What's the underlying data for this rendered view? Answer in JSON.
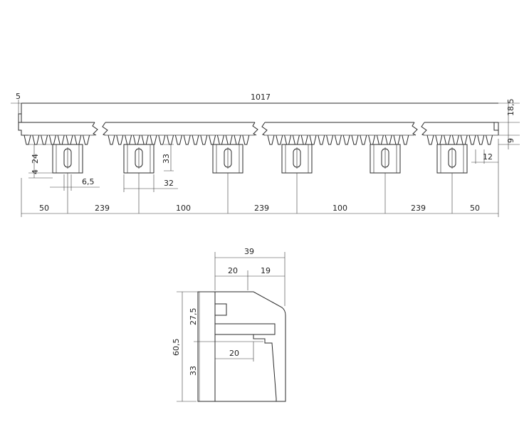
{
  "top_view": {
    "overall_length": "1017",
    "end_offset": "5",
    "height": "18,5",
    "tooth_height": "9",
    "tooth_pitch": "12",
    "bracket_height_a": "24",
    "bracket_height_b": "4",
    "slot_width": "6,5",
    "bracket_width": "32",
    "slot_height": "33",
    "spacing": [
      "50",
      "239",
      "100",
      "239",
      "100",
      "239",
      "50"
    ]
  },
  "section_view": {
    "total_width": "39",
    "left_width": "20",
    "right_width": "19",
    "lower_width": "20",
    "total_height": "60,5",
    "upper_height": "27,5",
    "lower_height": "33"
  }
}
